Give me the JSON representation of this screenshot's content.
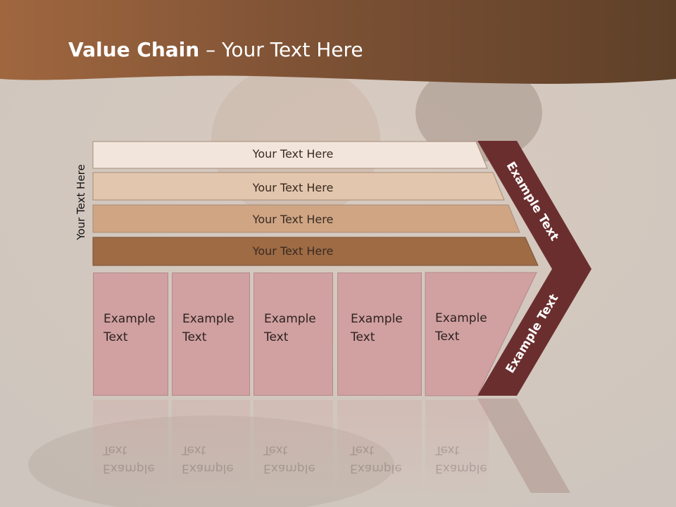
{
  "slide": {
    "title_bold": "Value Chain",
    "title_rest": " – Your Text Here",
    "side_label": "Your Text Here",
    "bars": [
      {
        "label": "Your Text Here",
        "color": "#f2e6dc"
      },
      {
        "label": "Your Text Here",
        "color": "#e2c6ad"
      },
      {
        "label": "Your Text Here",
        "color": "#cfa584"
      },
      {
        "label": "Your Text Here",
        "color": "#9e6b45"
      }
    ],
    "boxes": [
      {
        "line1": "Example",
        "line2": "Text"
      },
      {
        "line1": "Example",
        "line2": "Text"
      },
      {
        "line1": "Example",
        "line2": "Text"
      },
      {
        "line1": "Example",
        "line2": "Text"
      },
      {
        "line1": "Example",
        "line2": "Text"
      }
    ],
    "chevron_top_label": "Example Text",
    "chevron_bottom_label": "Example Text",
    "colors": {
      "header": "#7a4e30",
      "chevron": "#6b2e2e",
      "box": "#d1a0a0"
    }
  }
}
